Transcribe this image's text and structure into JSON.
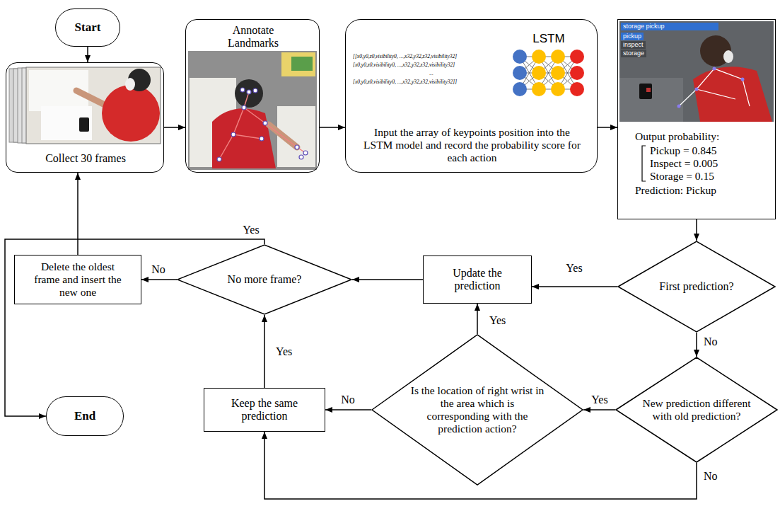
{
  "diagram": {
    "nodes": [
      {
        "text": [
          "Start"
        ]
      },
      {
        "text": [
          "Collect 30 frames"
        ]
      },
      {
        "text": [
          "Annotate Landmarks"
        ]
      },
      {
        "text": [
          "[[x0,y0,z0,visibility0, ...,x32,y32,z32,visibility32]",
          "[x0,y0,z0,visibility0, ...,x32,y32,z32,visibility32]",
          "...",
          "[x0,y0,z0,visibility0, ...,x32,y32,z32,visibility32]]",
          "LSTM",
          "Input the array of keypoints position into the LSTM model and record the probability score for each action"
        ]
      },
      {
        "text": [
          "storage pickup",
          "pickup",
          "inspect",
          "storage",
          "Output probability:",
          "Pickup = 0.845",
          "Inspect = 0.005",
          "Storage = 0.15",
          "Prediction: Pickup"
        ]
      },
      {
        "text": [
          "First prediction?"
        ]
      },
      {
        "text": [
          "Update the prediction"
        ]
      },
      {
        "text": [
          "No more frame?"
        ]
      },
      {
        "text": [
          "Delete the oldest frame and insert the new one"
        ]
      },
      {
        "text": [
          "End"
        ]
      },
      {
        "text": [
          "Keep the same prediction"
        ]
      },
      {
        "text": [
          "Is the location of right wrist in the area which is corresponding with the prediction action?"
        ]
      },
      {
        "text": [
          "New prediction different with old prediction?"
        ]
      }
    ],
    "edges": [
      {
        "from": 0,
        "to": 1,
        "arrow": "to"
      },
      {
        "from": 1,
        "to": 2,
        "arrow": "to"
      },
      {
        "from": 2,
        "to": 3,
        "arrow": "to"
      },
      {
        "from": 3,
        "to": 4,
        "arrow": "to"
      },
      {
        "from": 4,
        "to": 5,
        "arrow": "to"
      },
      {
        "from": 5,
        "to": 6,
        "label": "Yes",
        "arrow": "to"
      },
      {
        "from": 5,
        "to": 12,
        "label": "No",
        "arrow": "to"
      },
      {
        "from": 6,
        "to": 7,
        "arrow": "to"
      },
      {
        "from": 7,
        "to": 8,
        "label": "No",
        "arrow": "to"
      },
      {
        "from": 8,
        "to": 1,
        "arrow": "to"
      },
      {
        "from": 7,
        "to": 9,
        "label": "Yes",
        "arrow": "to"
      },
      {
        "from": 12,
        "to": 11,
        "label": "Yes",
        "arrow": "to"
      },
      {
        "from": 12,
        "to": 10,
        "label": "No",
        "arrow": "to"
      },
      {
        "from": 11,
        "to": 6,
        "label": "Yes",
        "arrow": "to"
      },
      {
        "from": 11,
        "to": 10,
        "label": "No",
        "arrow": "to"
      },
      {
        "from": 10,
        "to": 7,
        "label": "Yes",
        "arrow": "to"
      }
    ]
  }
}
